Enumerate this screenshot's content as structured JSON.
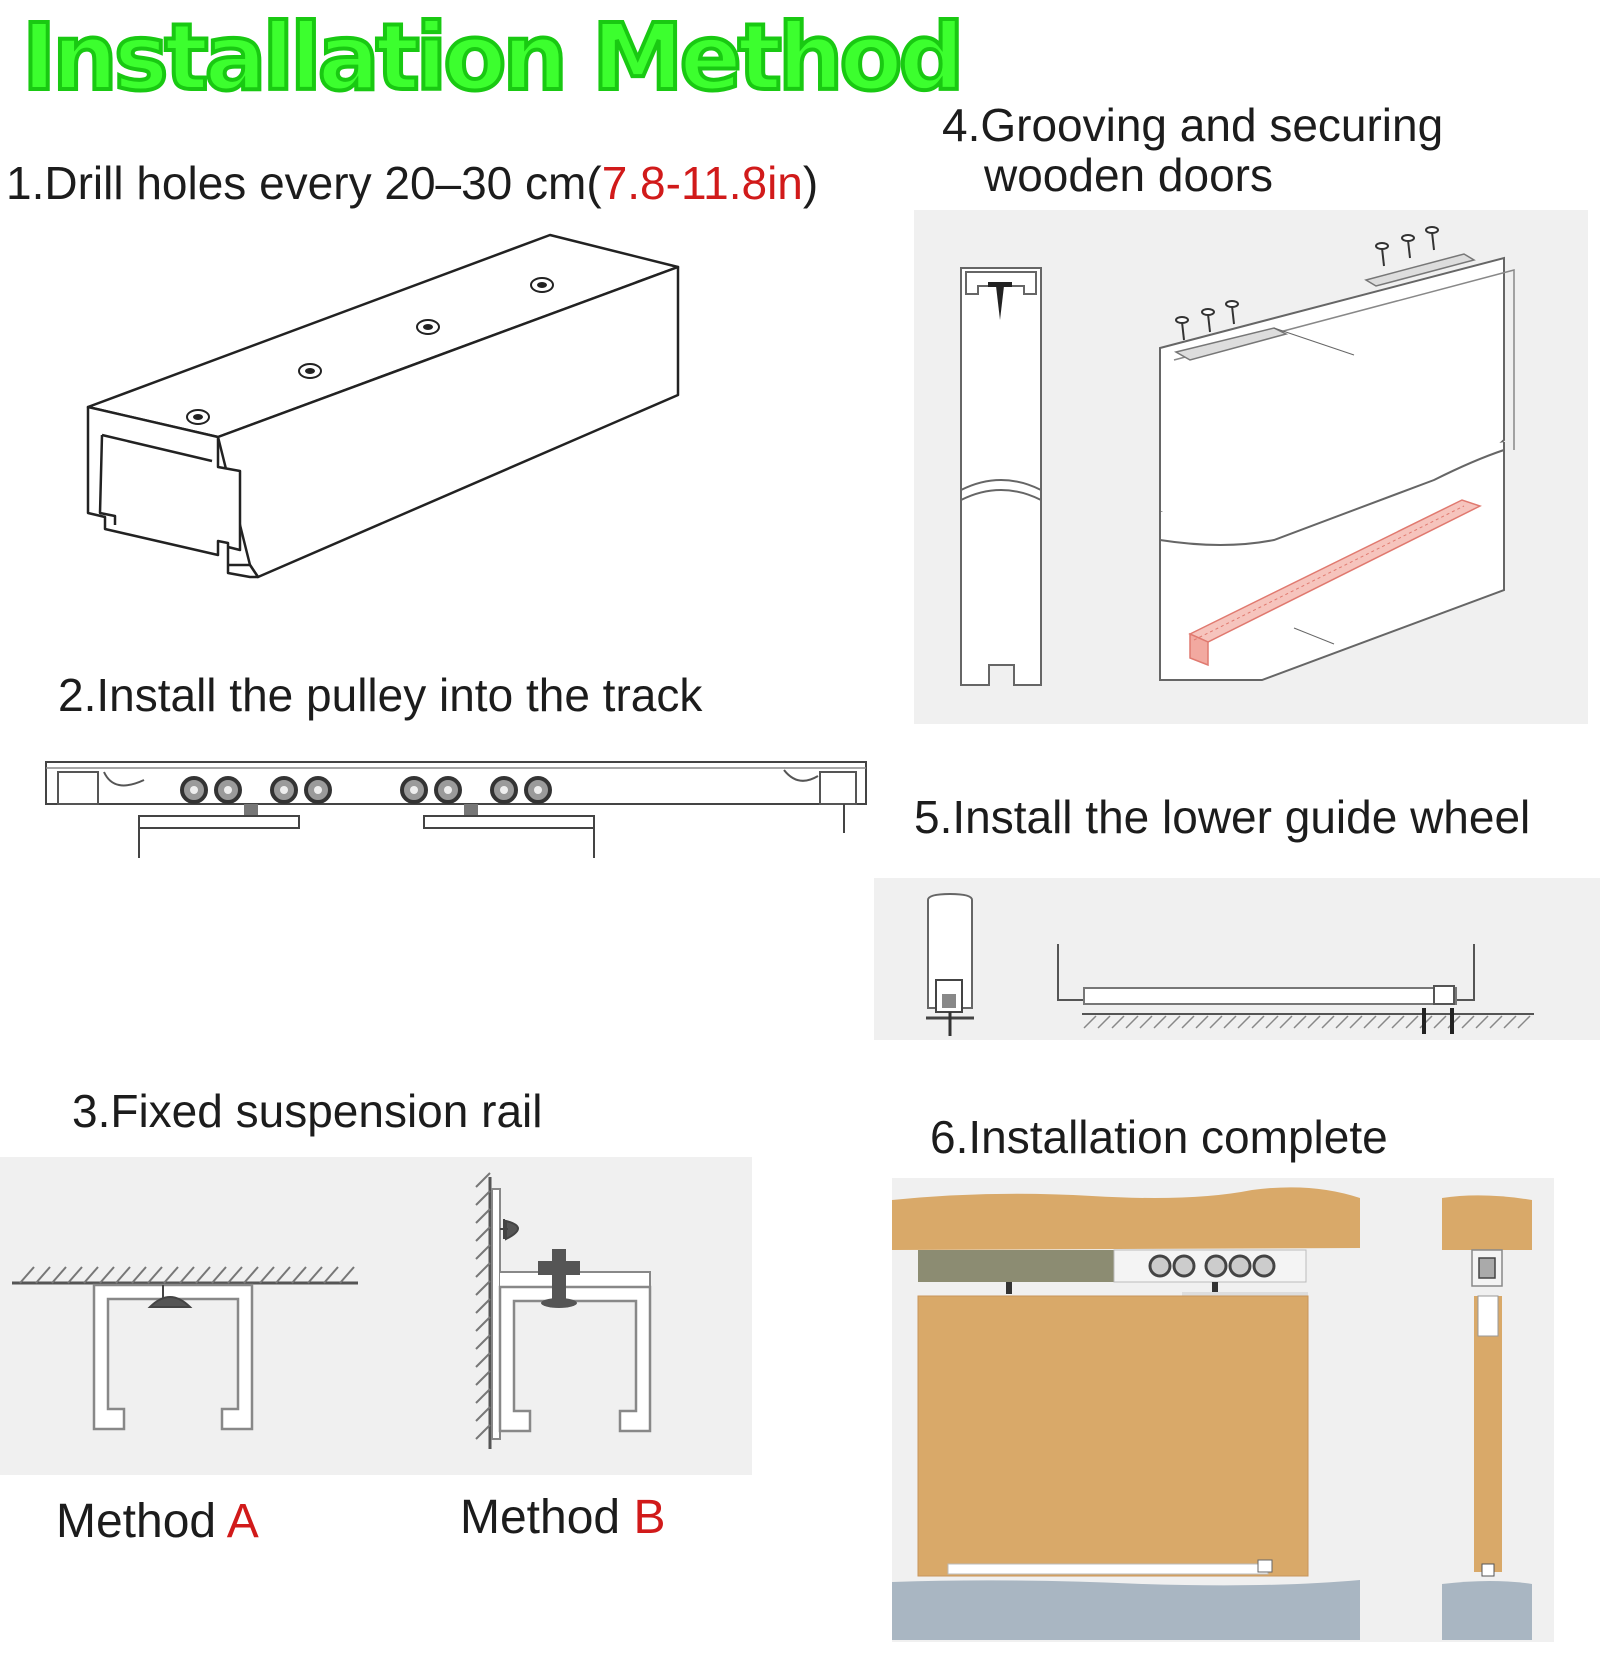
{
  "title": "Installation Method",
  "steps": {
    "s1": {
      "prefix": "1.Drill holes every 20–30 cm(",
      "highlight": "7.8-11.8in",
      "suffix": ")"
    },
    "s2": "2.Install the pulley into the track",
    "s3": "3.Fixed suspension rail",
    "s4_line1": "4.Grooving and securing",
    "s4_line2": "wooden doors",
    "s5": "5.Install the lower guide wheel",
    "s6": "6.Installation complete"
  },
  "methods": {
    "a": {
      "word": "Method",
      "letter": "A"
    },
    "b": {
      "word": "Method",
      "letter": "B"
    }
  },
  "colors": {
    "title_green": "#3cff2e",
    "highlight_red": "#d11a1a",
    "wood": "#d9a969",
    "floor": "#a9b6c2",
    "groove": "#f2a9a0",
    "panel_bg": "#f0f0f0"
  }
}
